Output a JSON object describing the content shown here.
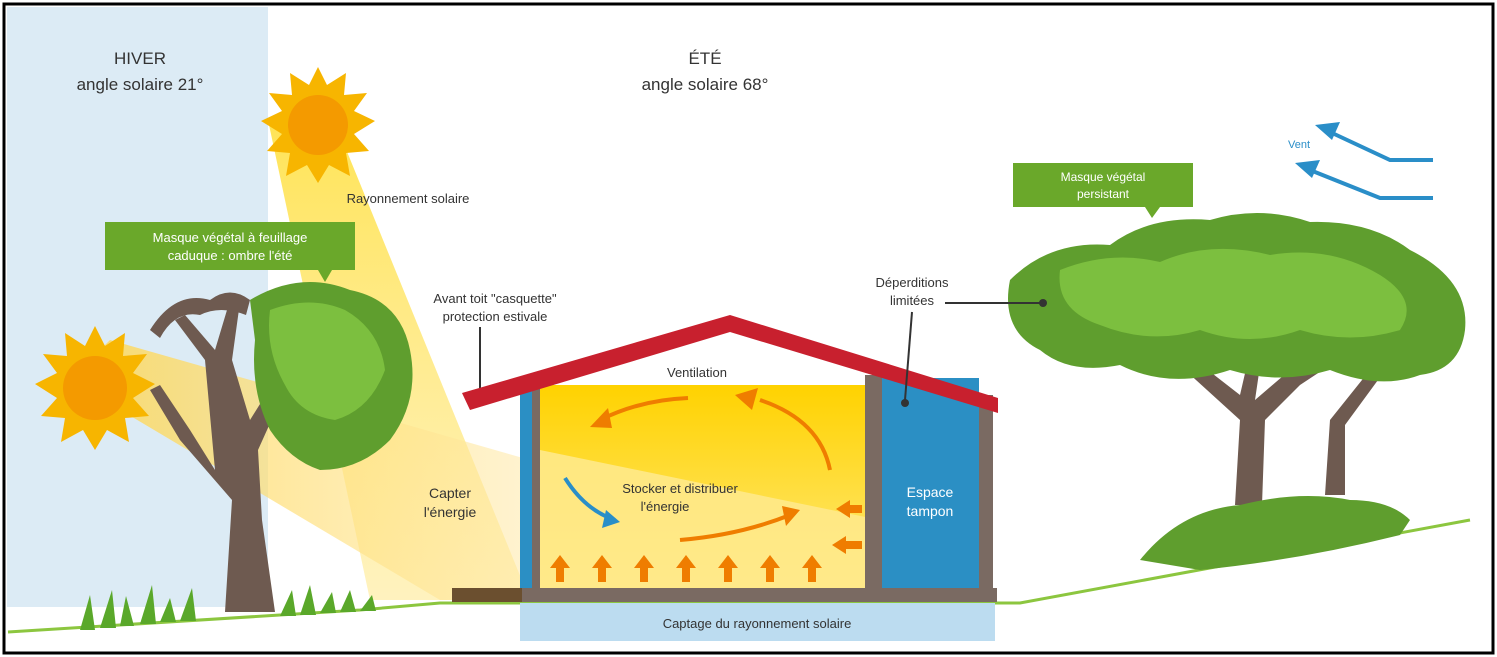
{
  "winter": {
    "title": "HIVER",
    "angle": "angle solaire 21°"
  },
  "summer": {
    "title": "ÉTÉ",
    "angle": "angle solaire 68°"
  },
  "labels": {
    "solar_radiation": "Rayonnement solaire",
    "deciduous_mask_1": "Masque végétal à feuillage",
    "deciduous_mask_2": "caduque : ombre l'été",
    "overhang_1": "Avant toit \"casquette\"",
    "overhang_2": "protection estivale",
    "losses_1": "Déperditions",
    "losses_2": "limitées",
    "persistent_mask_1": "Masque végétal",
    "persistent_mask_2": "persistant",
    "wind": "Vent",
    "ventilation": "Ventilation",
    "capture_1": "Capter",
    "capture_2": "l'énergie",
    "store_1": "Stocker et distribuer",
    "store_2": "l'énergie",
    "buffer_1": "Espace",
    "buffer_2": "tampon",
    "ground_capture": "Captage du rayonnement solaire"
  },
  "colors": {
    "winter_sky": "#dcebf5",
    "sun": "#f7b500",
    "sun_core": "#f49a00",
    "label_green": "#6aa82a",
    "roof": "#c8202e",
    "wall": "#7a6a62",
    "buffer_blue": "#2b8fc4",
    "arrow_orange": "#ef7d00",
    "wind_blue": "#2a8ec8",
    "ground_band": "#bcdcf0"
  }
}
